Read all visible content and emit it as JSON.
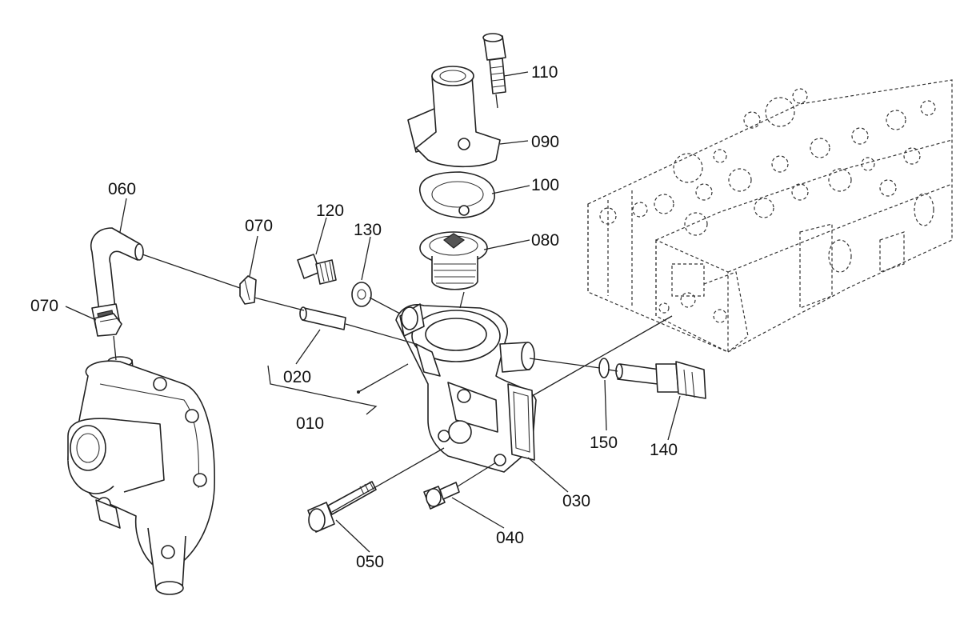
{
  "labels": {
    "p010": "010",
    "p020": "020",
    "p030": "030",
    "p040": "040",
    "p050": "050",
    "p060": "060",
    "p070a": "070",
    "p070b": "070",
    "p080": "080",
    "p090": "090",
    "p100": "100",
    "p110": "110",
    "p120": "120",
    "p130": "130",
    "p140": "140",
    "p150": "150"
  }
}
